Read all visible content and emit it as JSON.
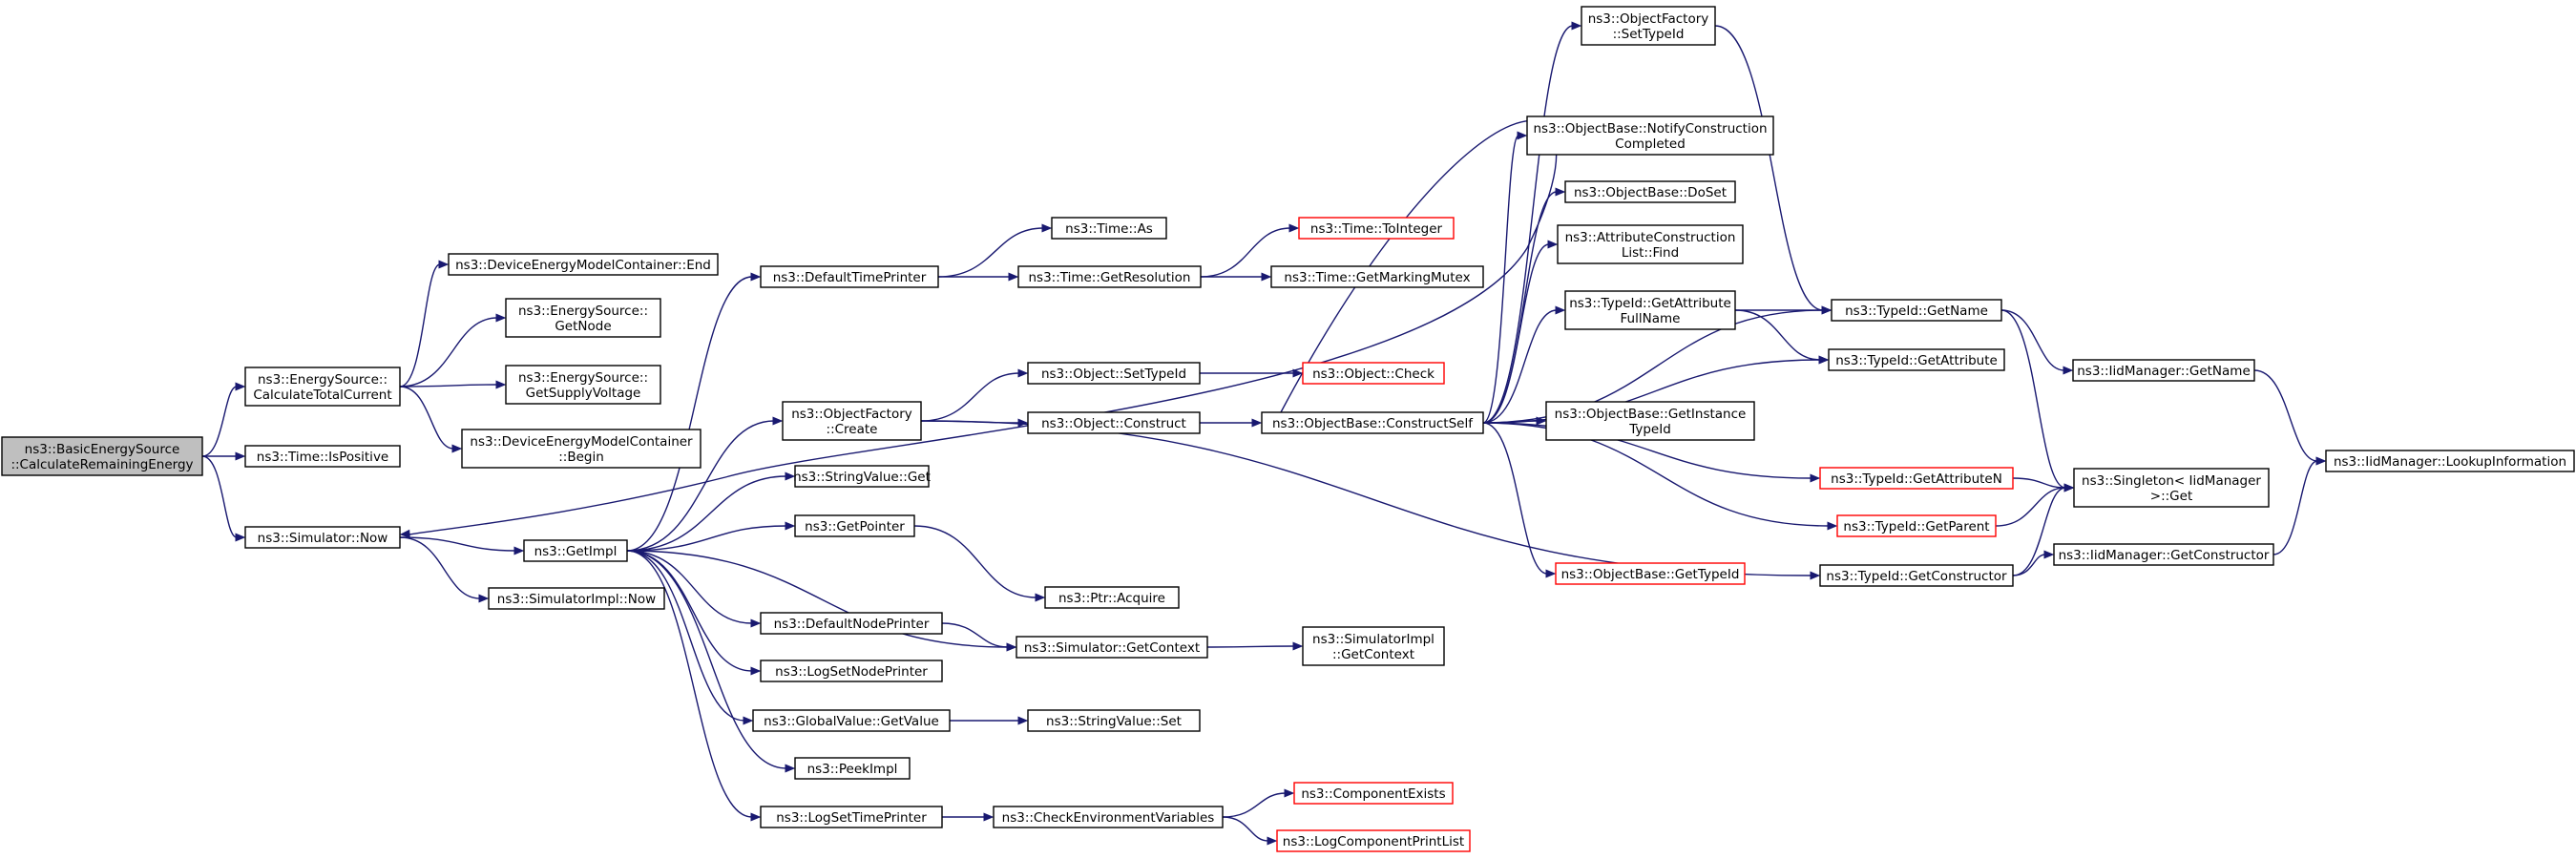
{
  "nodes": [
    {
      "id": "root",
      "lines": [
        "ns3::BasicEnergySource",
        "::CalculateRemainingEnergy"
      ],
      "style": "root"
    },
    {
      "id": "calcTotal",
      "lines": [
        "ns3::EnergySource::",
        "CalculateTotalCurrent"
      ]
    },
    {
      "id": "timeIsPositive",
      "lines": [
        "ns3::Time::IsPositive"
      ]
    },
    {
      "id": "simNow",
      "lines": [
        "ns3::Simulator::Now"
      ]
    },
    {
      "id": "demcEnd",
      "lines": [
        "ns3::DeviceEnergyModelContainer::End"
      ]
    },
    {
      "id": "esGetNode",
      "lines": [
        "ns3::EnergySource::",
        "GetNode"
      ]
    },
    {
      "id": "esGetSupply",
      "lines": [
        "ns3::EnergySource::",
        "GetSupplyVoltage"
      ]
    },
    {
      "id": "demcBegin",
      "lines": [
        "ns3::DeviceEnergyModelContainer",
        "::Begin"
      ]
    },
    {
      "id": "getImpl",
      "lines": [
        "ns3::GetImpl"
      ]
    },
    {
      "id": "simImplNow",
      "lines": [
        "ns3::SimulatorImpl::Now"
      ]
    },
    {
      "id": "defTimePrinter",
      "lines": [
        "ns3::DefaultTimePrinter"
      ]
    },
    {
      "id": "objFactoryCreate",
      "lines": [
        "ns3::ObjectFactory",
        "::Create"
      ]
    },
    {
      "id": "stringValueGet",
      "lines": [
        "ns3::StringValue::Get"
      ]
    },
    {
      "id": "getPointer",
      "lines": [
        "ns3::GetPointer"
      ]
    },
    {
      "id": "defNodePrinter",
      "lines": [
        "ns3::DefaultNodePrinter"
      ]
    },
    {
      "id": "logSetNodePrinter",
      "lines": [
        "ns3::LogSetNodePrinter"
      ]
    },
    {
      "id": "globalValueGet",
      "lines": [
        "ns3::GlobalValue::GetValue"
      ]
    },
    {
      "id": "peekImpl",
      "lines": [
        "ns3::PeekImpl"
      ]
    },
    {
      "id": "logSetTimePrinter",
      "lines": [
        "ns3::LogSetTimePrinter"
      ]
    },
    {
      "id": "timeAs",
      "lines": [
        "ns3::Time::As"
      ]
    },
    {
      "id": "timeGetRes",
      "lines": [
        "ns3::Time::GetResolution"
      ]
    },
    {
      "id": "timeToInteger",
      "lines": [
        "ns3::Time::ToInteger"
      ],
      "style": "red"
    },
    {
      "id": "timeGetMarkingMutex",
      "lines": [
        "ns3::Time::GetMarkingMutex"
      ]
    },
    {
      "id": "objSetTypeId",
      "lines": [
        "ns3::Object::SetTypeId"
      ]
    },
    {
      "id": "objCheck",
      "lines": [
        "ns3::Object::Check"
      ],
      "style": "red"
    },
    {
      "id": "objConstruct",
      "lines": [
        "ns3::Object::Construct"
      ]
    },
    {
      "id": "ptrAcquire",
      "lines": [
        "ns3::Ptr::Acquire"
      ]
    },
    {
      "id": "simGetContext",
      "lines": [
        "ns3::Simulator::GetContext"
      ]
    },
    {
      "id": "stringValueSet",
      "lines": [
        "ns3::StringValue::Set"
      ]
    },
    {
      "id": "checkEnvVars",
      "lines": [
        "ns3::CheckEnvironmentVariables"
      ]
    },
    {
      "id": "objBaseConstructSelf",
      "lines": [
        "ns3::ObjectBase::ConstructSelf"
      ]
    },
    {
      "id": "simImplGetContext",
      "lines": [
        "ns3::SimulatorImpl",
        "::GetContext"
      ]
    },
    {
      "id": "componentExists",
      "lines": [
        "ns3::ComponentExists"
      ],
      "style": "red"
    },
    {
      "id": "logComponentPrintList",
      "lines": [
        "ns3::LogComponentPrintList"
      ],
      "style": "red"
    },
    {
      "id": "objFactorySetTypeId",
      "lines": [
        "ns3::ObjectFactory",
        "::SetTypeId"
      ]
    },
    {
      "id": "objBaseNotify",
      "lines": [
        "ns3::ObjectBase::NotifyConstruction",
        "Completed"
      ]
    },
    {
      "id": "objBaseDoSet",
      "lines": [
        "ns3::ObjectBase::DoSet"
      ]
    },
    {
      "id": "attrConstrListFind",
      "lines": [
        "ns3::AttributeConstruction",
        "List::Find"
      ]
    },
    {
      "id": "typeIdGetAttrFullName",
      "lines": [
        "ns3::TypeId::GetAttribute",
        "FullName"
      ]
    },
    {
      "id": "objBaseGetInstTypeId",
      "lines": [
        "ns3::ObjectBase::GetInstance",
        "TypeId"
      ]
    },
    {
      "id": "objBaseGetTypeId",
      "lines": [
        "ns3::ObjectBase::GetTypeId"
      ],
      "style": "red"
    },
    {
      "id": "typeIdGetName",
      "lines": [
        "ns3::TypeId::GetName"
      ]
    },
    {
      "id": "typeIdGetAttribute",
      "lines": [
        "ns3::TypeId::GetAttribute"
      ]
    },
    {
      "id": "typeIdGetAttributeN",
      "lines": [
        "ns3::TypeId::GetAttributeN"
      ],
      "style": "red"
    },
    {
      "id": "typeIdGetParent",
      "lines": [
        "ns3::TypeId::GetParent"
      ],
      "style": "red"
    },
    {
      "id": "typeIdGetConstructor",
      "lines": [
        "ns3::TypeId::GetConstructor"
      ]
    },
    {
      "id": "iidMgrGetName",
      "lines": [
        "ns3::IidManager::GetName"
      ]
    },
    {
      "id": "singletonGet",
      "lines": [
        "ns3::Singleton< IidManager",
        " >::Get"
      ]
    },
    {
      "id": "iidMgrGetConstructor",
      "lines": [
        "ns3::IidManager::GetConstructor"
      ]
    },
    {
      "id": "iidMgrLookup",
      "lines": [
        "ns3::IidManager::LookupInformation"
      ]
    }
  ]
}
